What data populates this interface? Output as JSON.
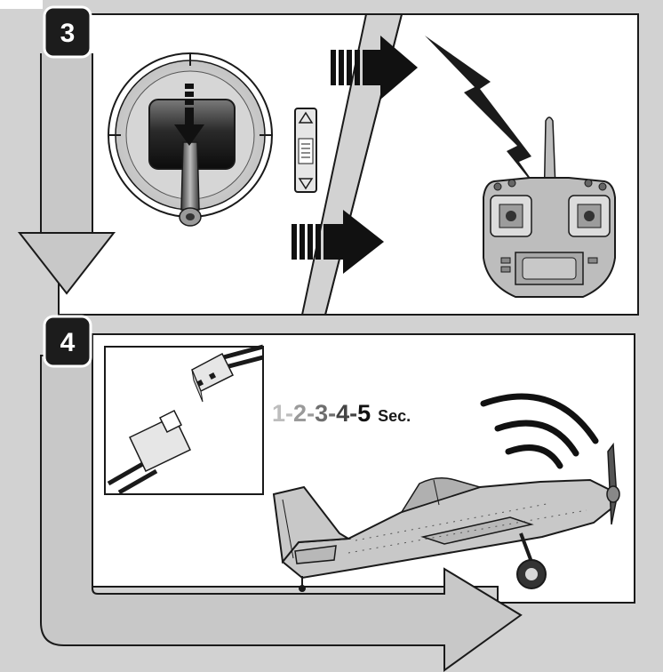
{
  "steps": [
    {
      "number": "3"
    },
    {
      "number": "4"
    }
  ],
  "timer": {
    "digits": [
      "1",
      "2",
      "3",
      "4",
      "5"
    ],
    "separator": "-",
    "unit": "Sec."
  },
  "colors": {
    "frame_gray": "#d2d2d2",
    "outline": "#1a1a1a",
    "badge": "#1c1c1c",
    "arrow": "#111111",
    "airplane": "#c8c8c8",
    "transmitter": "#bdbdbd",
    "timer_digit_shades": [
      "#bdbdbd",
      "#9a9a9a",
      "#6e6e6e",
      "#444444",
      "#111111"
    ]
  },
  "icons": {
    "throttle": "throttle-stick-icon",
    "transmitter": "transmitter-icon",
    "signal": "lightning-bolt-icon",
    "connector": "battery-connector-icon",
    "airplane": "airplane-icon",
    "radio_waves": "radio-waves-icon"
  }
}
